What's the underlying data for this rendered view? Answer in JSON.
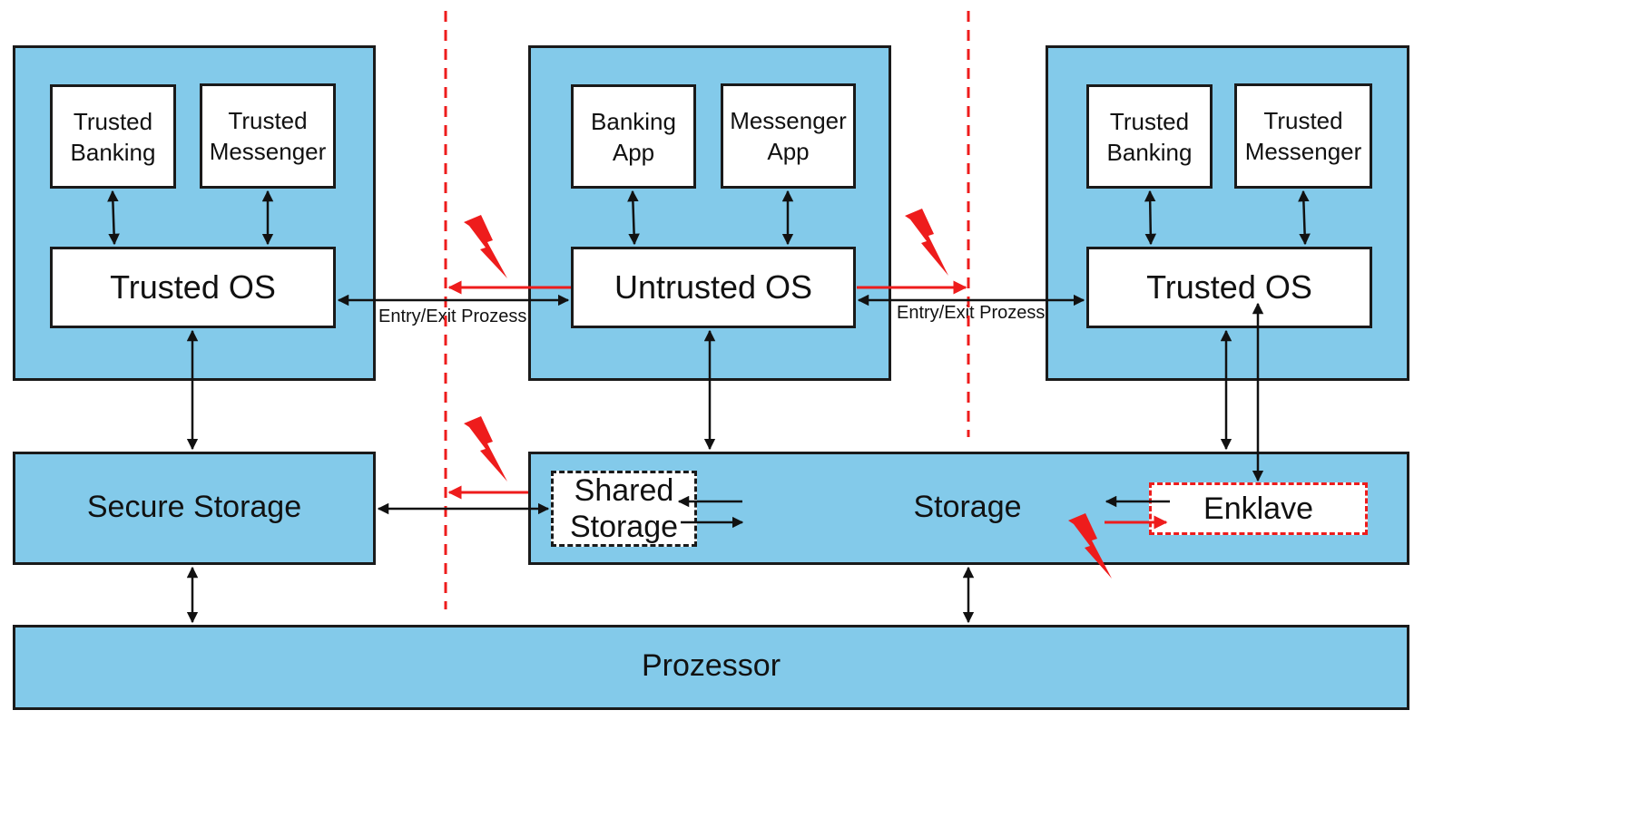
{
  "left_region": {
    "app1": "Trusted\nBanking",
    "app2": "Trusted\nMessenger",
    "os": "Trusted OS"
  },
  "center_region": {
    "app1": "Banking\nApp",
    "app2": "Messenger\nApp",
    "os": "Untrusted OS"
  },
  "right_region": {
    "app1": "Trusted\nBanking",
    "app2": "Trusted\nMessenger",
    "os": "Trusted OS"
  },
  "secure_storage": "Secure Storage",
  "storage": "Storage",
  "shared_storage": "Shared\nStorage",
  "enklave": "Enklave",
  "processor": "Prozessor",
  "connector_left": "Entry/Exit Prozess",
  "connector_right": "Entry/Exit Prozess",
  "colors": {
    "region_fill": "#83caea",
    "attack_red": "#ee1c1c",
    "border": "#1a1a1a"
  },
  "icons": [
    "lightning-bolt-icon",
    "lightning-bolt-icon",
    "lightning-bolt-icon",
    "lightning-bolt-icon"
  ]
}
